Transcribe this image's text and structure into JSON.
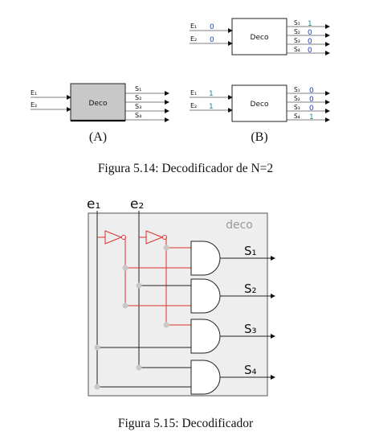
{
  "figure_14": {
    "caption": "Figura 5.14: Decodificador de N=2",
    "panel_a": {
      "label": "(A)",
      "box_label": "Deco",
      "inputs": [
        "E₁",
        "E₂"
      ],
      "outputs": [
        "S₁",
        "S₂",
        "S₃",
        "S₄"
      ]
    },
    "panel_b": {
      "label": "(B)",
      "top": {
        "box_label": "Deco",
        "inputs": [
          {
            "name": "E₁",
            "value": "0"
          },
          {
            "name": "E₂",
            "value": "0"
          }
        ],
        "outputs": [
          {
            "name": "S₁",
            "value": "1"
          },
          {
            "name": "S₂",
            "value": "0"
          },
          {
            "name": "S₃",
            "value": "0"
          },
          {
            "name": "S₄",
            "value": "0"
          }
        ]
      },
      "bottom": {
        "box_label": "Deco",
        "inputs": [
          {
            "name": "E₁",
            "value": "1"
          },
          {
            "name": "E₂",
            "value": "1"
          }
        ],
        "outputs": [
          {
            "name": "S₁",
            "value": "0"
          },
          {
            "name": "S₂",
            "value": "0"
          },
          {
            "name": "S₃",
            "value": "0"
          },
          {
            "name": "S₄",
            "value": "1"
          }
        ]
      }
    }
  },
  "figure_15": {
    "caption": "Figura 5.15: Decodificador",
    "box_label": "deco",
    "inputs": [
      "e₁",
      "e₂"
    ],
    "outputs": [
      "S₁",
      "S₂",
      "S₃",
      "S₄"
    ],
    "colors": {
      "inverter_wires": "#e03030",
      "plain_wires": "#222222",
      "box_fill": "#eeeeee",
      "junction": "#c8c8c8"
    }
  }
}
